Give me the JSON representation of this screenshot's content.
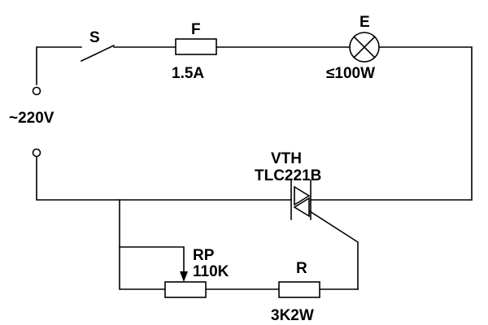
{
  "switch": {
    "label": "S"
  },
  "fuse": {
    "label": "F",
    "rating": "1.5A"
  },
  "lamp": {
    "label": "E",
    "rating": "≤100W"
  },
  "supply": {
    "label": "~220V"
  },
  "thyristor": {
    "label": "VTH",
    "model": "TLC221B"
  },
  "potentiometer": {
    "label": "RP",
    "value": "110K"
  },
  "resistor": {
    "label": "R",
    "value": "3K2W"
  }
}
